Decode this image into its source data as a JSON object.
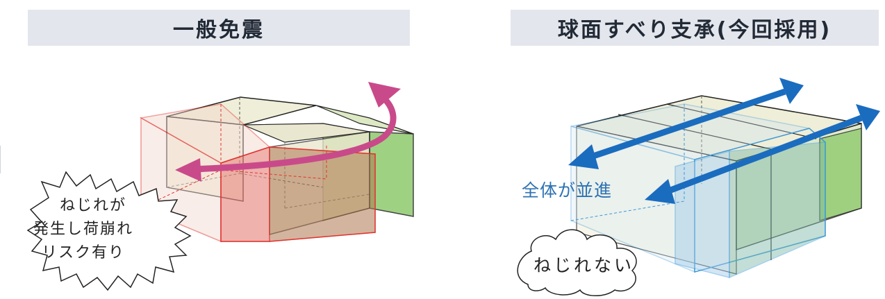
{
  "left_panel": {
    "title": "一般免震",
    "callout": [
      "ねじれが",
      "発生し荷崩れ",
      "リスク有り"
    ],
    "colors": {
      "arrow": "#c94a8a",
      "shifted_box": "#e0332f",
      "front_fill": "#f2b5ac",
      "green_side": "#8fca6e"
    }
  },
  "right_panel": {
    "title": "球面すべり支承(今回採用)",
    "move_label": "全体が並進",
    "callout": "ねじれない",
    "colors": {
      "arrow": "#1a6cbf",
      "shifted_box": "#3d98d8",
      "green_side": "#8fca6e"
    }
  }
}
